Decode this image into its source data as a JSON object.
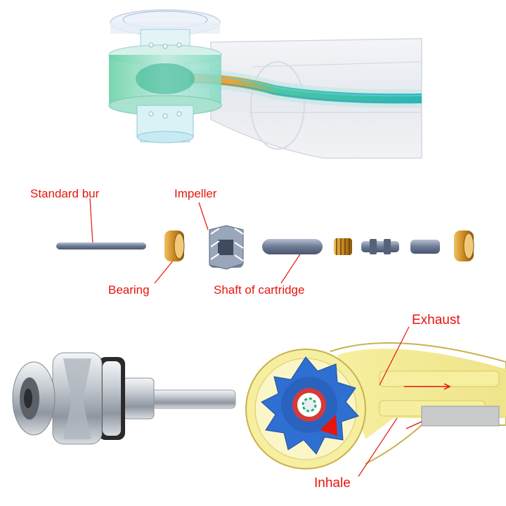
{
  "labels": {
    "standard_bur": "Standard bur",
    "impeller": "Impeller",
    "bearing": "Bearing",
    "shaft_of_cartridge": "Shaft of cartridge",
    "exhaust": "Exhaust",
    "inhale": "Inhale"
  },
  "colors": {
    "label_red": "#e8140c",
    "flow_teal": "#2ab7b0",
    "flow_hot": "#f4542a",
    "housing_yellow": "#f6efa0",
    "impeller_blue": "#2f6fd2",
    "bearing_gold": "#c8861e",
    "part_gray": "#6d7b94"
  }
}
